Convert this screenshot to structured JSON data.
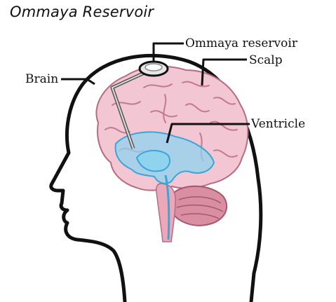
{
  "title": "Ommaya Reservoir",
  "labels": {
    "reservoir": "Ommaya reservoir",
    "scalp": "Scalp",
    "brain": "Brain",
    "ventricle": "Ventricle"
  },
  "colors": {
    "brain": "#f2c6d3",
    "brain_fold": "#c3798f",
    "ventricle": "#8fd3ef",
    "ventricle_edge": "#3aa6d6",
    "cerebellum": "#d98ea2",
    "outline": "#111111"
  }
}
